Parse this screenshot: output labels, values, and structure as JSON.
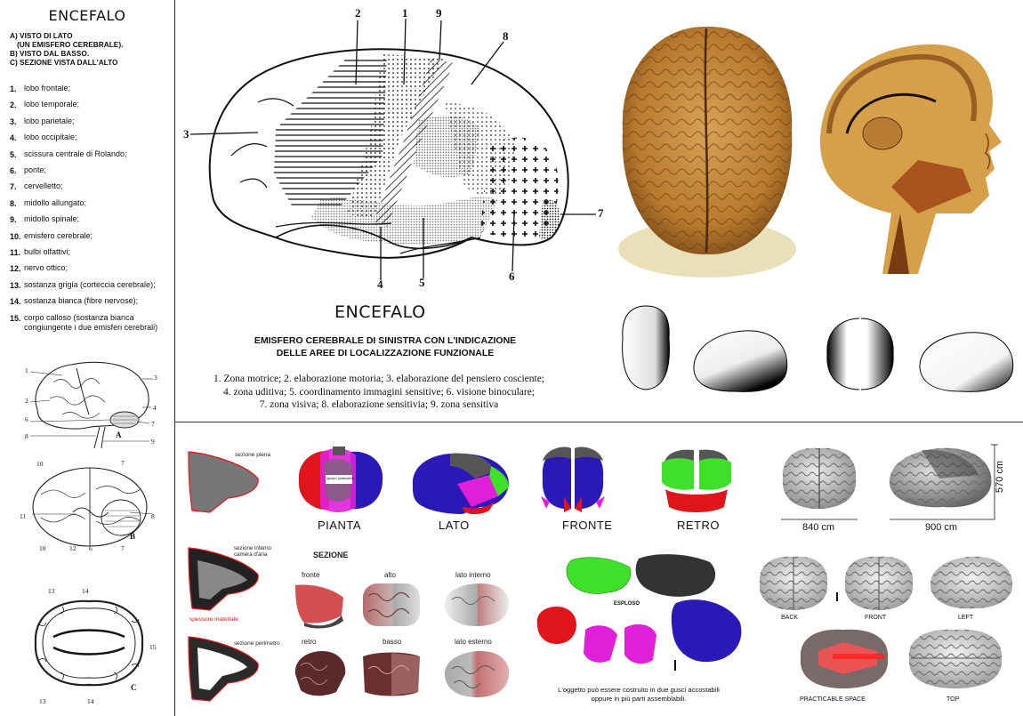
{
  "left": {
    "title": "ENCEFALO",
    "intro": [
      "A) VISTO DI LATO",
      "(UN EMISFERO CEREBRALE).",
      "B) VISTO DAL BASSO.",
      "C) SEZIONE VISTA DALL'ALTO"
    ],
    "legend": [
      {
        "num": "1.",
        "text": "lobo frontale;"
      },
      {
        "num": "2.",
        "text": "lobo temporale;"
      },
      {
        "num": "3.",
        "text": "lobo parietale;"
      },
      {
        "num": "4.",
        "text": "lobo occipitale;"
      },
      {
        "num": "5.",
        "text": "scissura centrale di Rolando;"
      },
      {
        "num": "6.",
        "text": "ponte;"
      },
      {
        "num": "7.",
        "text": "cervelletto;"
      },
      {
        "num": "8.",
        "text": "midollo allungato;"
      },
      {
        "num": "9.",
        "text": "midollo spinale;"
      },
      {
        "num": "10.",
        "text": "emisfero cerebrale;"
      },
      {
        "num": "11.",
        "text": "bulbi olfattivi;"
      },
      {
        "num": "12.",
        "text": "nervo ottico;"
      },
      {
        "num": "13.",
        "text": "sostanza grigia (corteccia cerebrale);"
      },
      {
        "num": "14.",
        "text": "sostanza bianca (fibre nervose);"
      },
      {
        "num": "15.",
        "text": "corpo calloso (sostanza bianca congiungente i due emisferi cerebrali)"
      }
    ],
    "figA": {
      "letter": "A",
      "nums": [
        "1",
        "3",
        "2",
        "4",
        "6",
        "7",
        "8",
        "9"
      ]
    },
    "figB": {
      "letter": "B",
      "nums": [
        "10",
        "7",
        "11",
        "8",
        "10",
        "12",
        "6",
        "7"
      ]
    },
    "figC": {
      "letter": "C",
      "nums": [
        "13",
        "14",
        "15",
        "13",
        "14"
      ]
    }
  },
  "main": {
    "title": "ENCEFALO",
    "subtitle_lines": [
      "EMISFERO CEREBRALE DI SINISTRA CON L'INDICAZIONE",
      "DELLE AREE DI LOCALIZZAZIONE FUNZIONALE"
    ],
    "caption_lines": [
      "1. Zona motrice; 2. elaborazione motoria; 3. elaborazione del pensiero cosciente;",
      "4. zona uditiva; 5. coordinamento immagini sensitive; 6. visione binoculare;",
      "7. zona visiva; 8. elaborazione sensitivia; 9. zona sensitiva"
    ],
    "diagram_nums": [
      "2",
      "1",
      "9",
      "8",
      "3",
      "7",
      "4",
      "5",
      "6"
    ]
  },
  "bottom": {
    "views": [
      "PIANTA",
      "LATO",
      "FRONTE",
      "RETRO"
    ],
    "pianta_tag": "spazio praticabile",
    "sezione_piena": "sezione piena",
    "sezione_interno": [
      "sezione interno",
      "camera d'aria"
    ],
    "spessore": "spessore materiale",
    "sezione_perimetro": "sezione perimetro",
    "sezione_title": "SEZIONE",
    "sezione_labels": [
      "fronte",
      "alto",
      "lato interno",
      "retro",
      "basso",
      "lato esterno"
    ],
    "esploso": "ESPLOSO",
    "note_lines": [
      "L'oggetto può essere costruito in due gusci accostabili",
      "oppure in più parti assemblabili."
    ],
    "dims": {
      "w1": "840 cm",
      "w2": "900 cm",
      "h": "570 cm"
    },
    "grey_labels": [
      "BACK",
      "FRONT",
      "LEFT",
      "PRACTICABLE SPACE",
      "TOP"
    ]
  },
  "colors": {
    "red": "#e0141b",
    "blue": "#2a18b8",
    "green": "#3fe02a",
    "magenta": "#e020d8",
    "grey": "#555555",
    "skin": "#c58a3a"
  }
}
